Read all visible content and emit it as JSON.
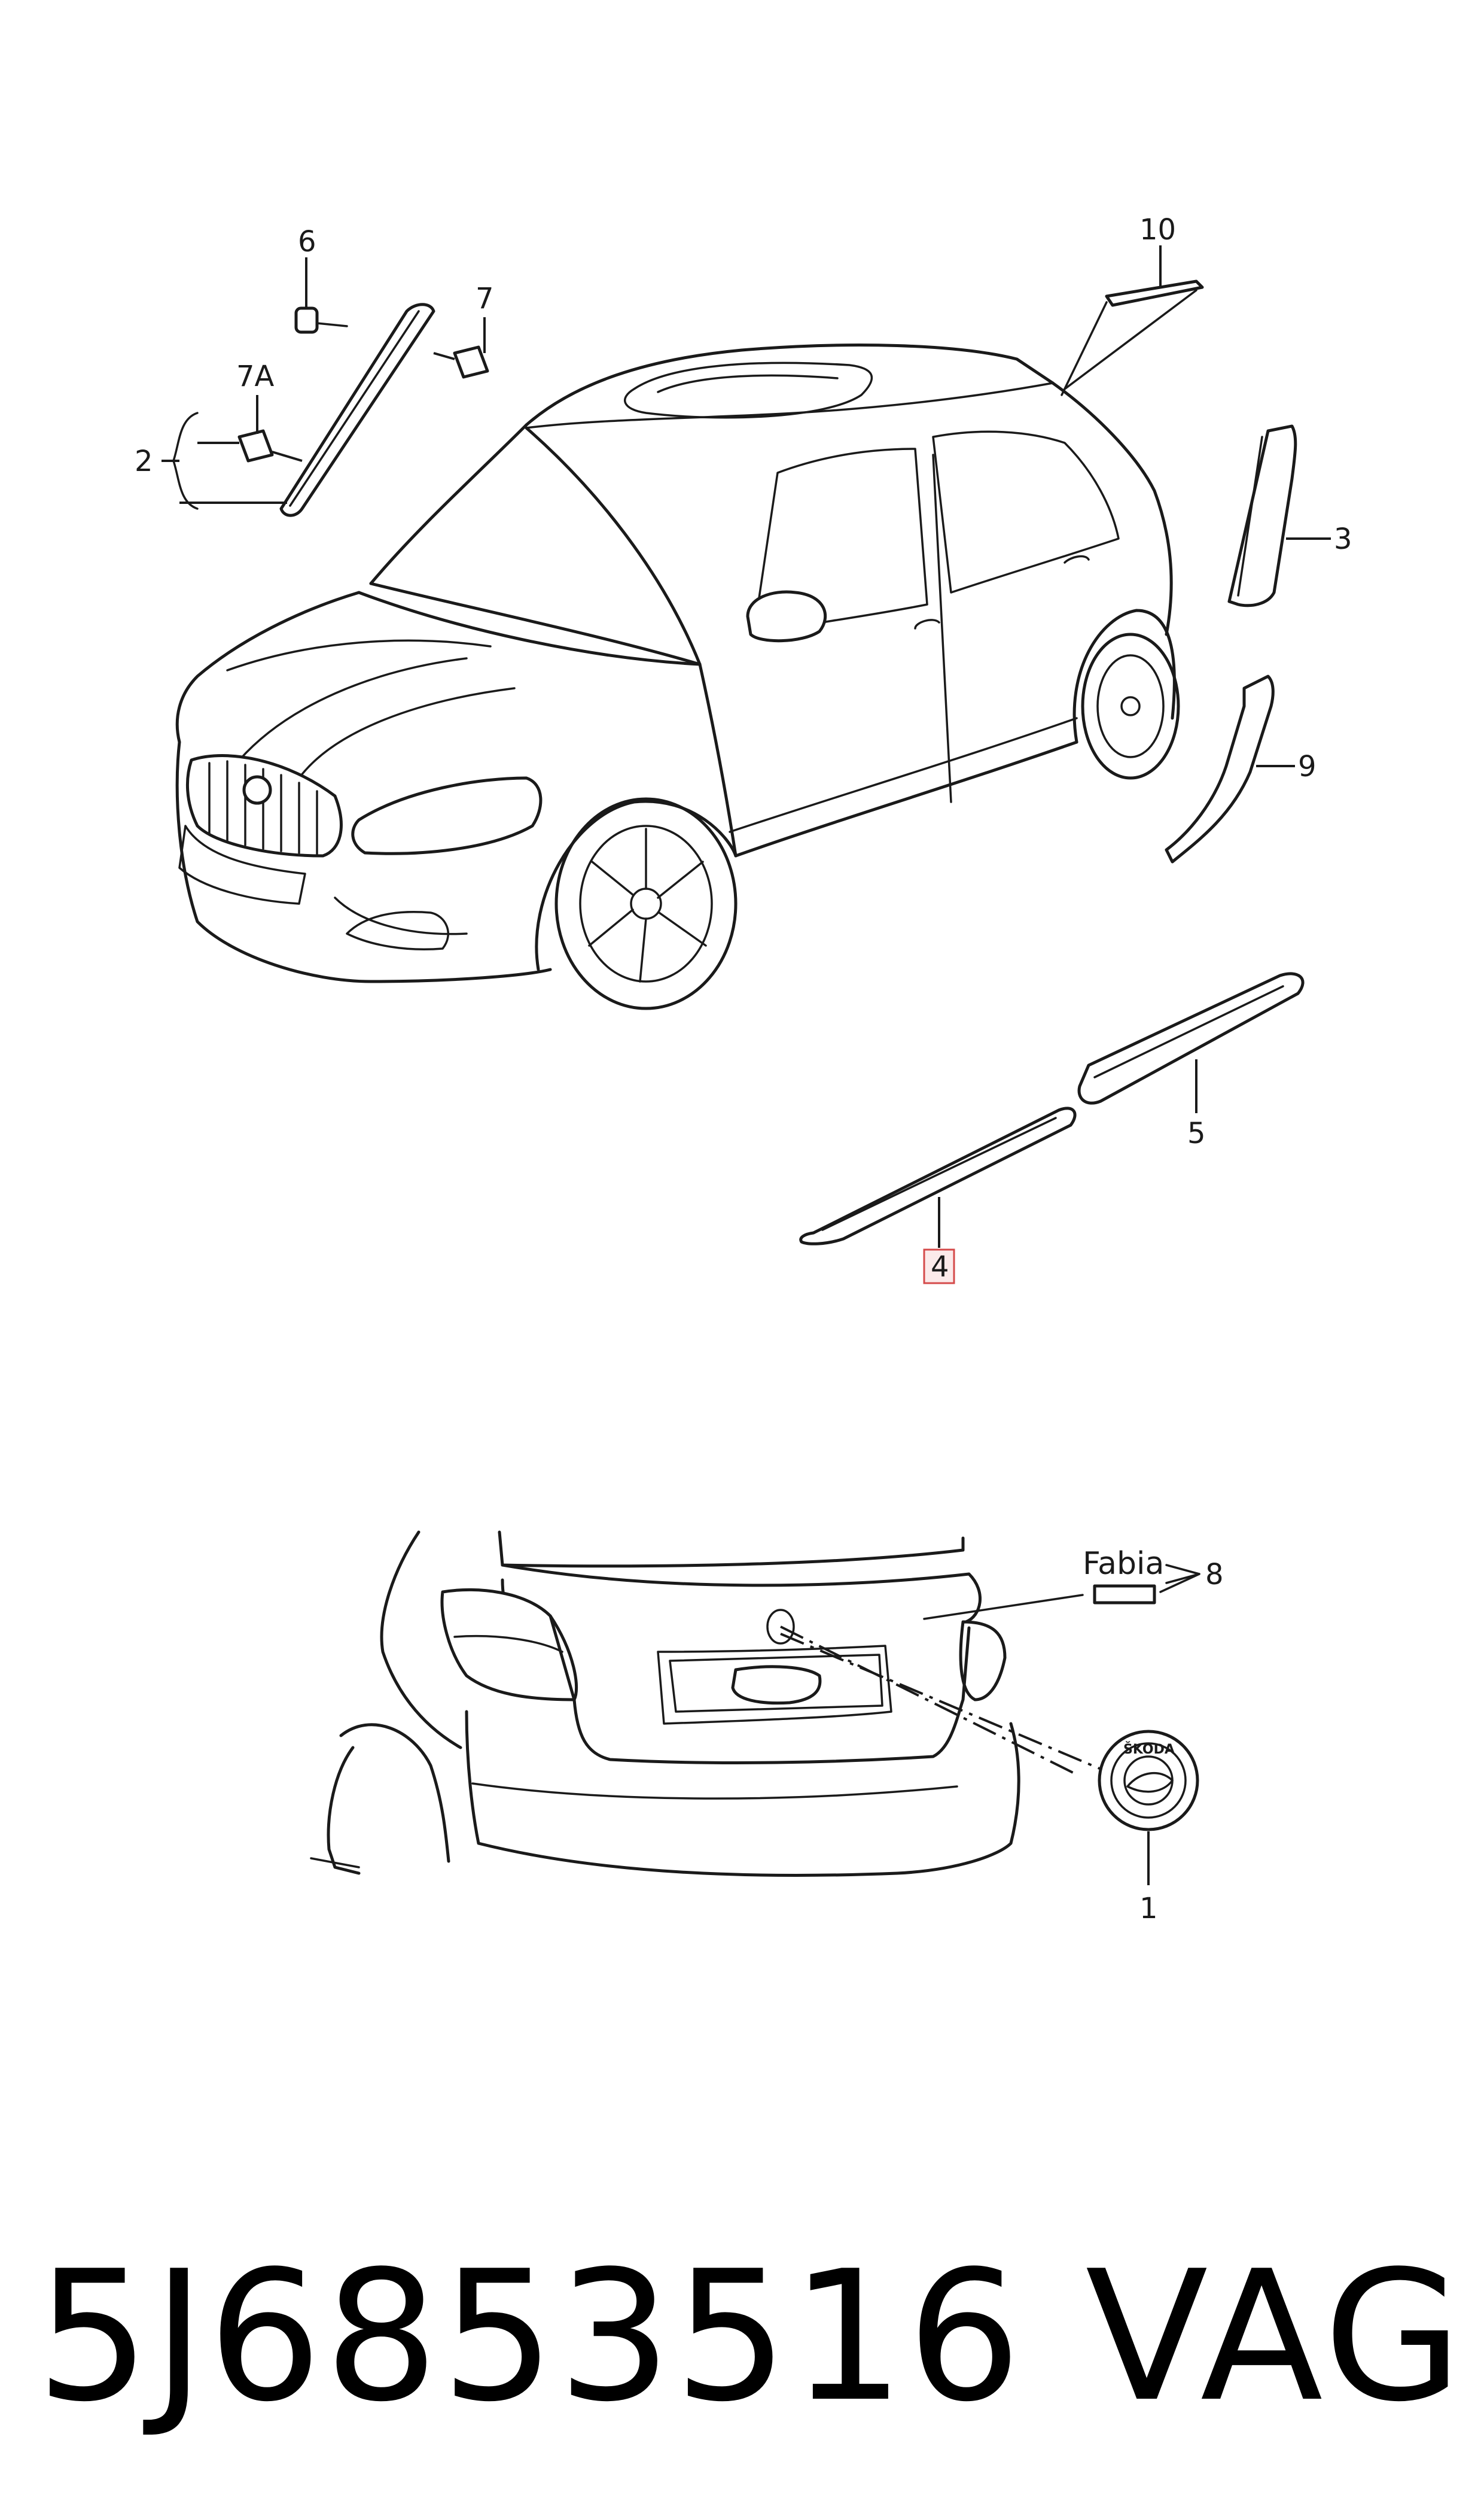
{
  "callouts": {
    "c1": "1",
    "c2": "2",
    "c3": "3",
    "c4": "4",
    "c5": "5",
    "c6": "6",
    "c7": "7",
    "c7a": "7A",
    "c8": "8",
    "c9": "9",
    "c10": "10"
  },
  "badge_text": "Fabia",
  "emblem_text": "ŠKODA",
  "highlighted_callout": "4",
  "footer": {
    "part_number": "5J6853516",
    "brand": "VAG"
  },
  "colors": {
    "line": "#1a1a1a",
    "highlight": "#d44a4a"
  }
}
